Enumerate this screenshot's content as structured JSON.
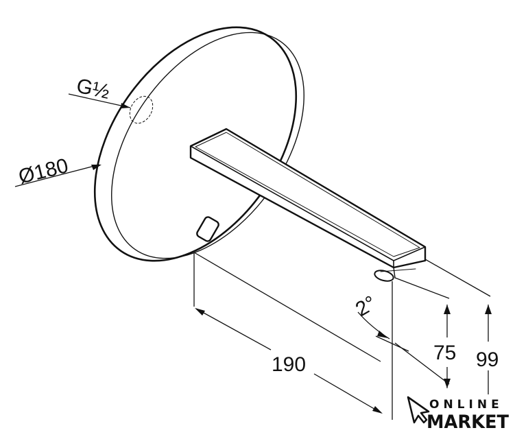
{
  "drawing": {
    "labels": {
      "thread": "G½",
      "diameter": "Ø180",
      "angle": "2°",
      "projection": "190",
      "spout_height": "75",
      "total_height": "99"
    }
  },
  "logo": {
    "line1": "ONLINE",
    "line2": "MARKET"
  }
}
